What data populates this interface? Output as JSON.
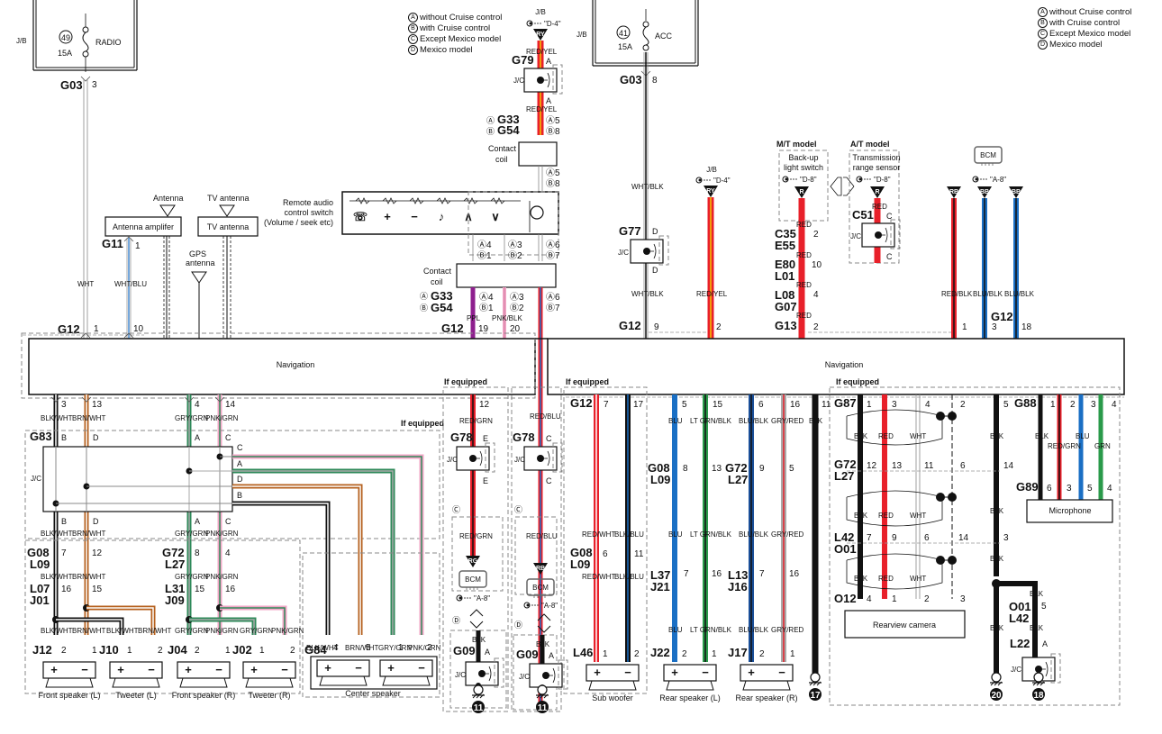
{
  "legend": [
    {
      "key": "A",
      "text": "without Cruise control"
    },
    {
      "key": "B",
      "text": "with Cruise control"
    },
    {
      "key": "C",
      "text": "Except Mexico model"
    },
    {
      "key": "D",
      "text": "Mexico model"
    }
  ],
  "fuses": [
    {
      "box": "J/B",
      "number": "49",
      "rating": "15A",
      "name": "RADIO",
      "connector": "G03",
      "pin": "3"
    },
    {
      "box": "J/B",
      "number": "41",
      "rating": "15A",
      "name": "ACC",
      "connector": "G03",
      "pin": "8"
    }
  ],
  "modules": {
    "navigation": "Navigation",
    "antenna": "Antenna",
    "antenna_amp": "Antenna amplifer",
    "tv_antenna_label": "TV antenna",
    "tv_antenna_box": "TV antenna",
    "gps_antenna": "GPS antenna",
    "remote_switch": "Remote audio control switch (Volume / seek etc)",
    "contact_coil": "Contact coil",
    "bcm": "BCM",
    "microphone": "Microphone",
    "rearview_camera": "Rearview camera",
    "mt_model": "M/T model",
    "at_model": "A/T model",
    "backup_switch": "Back-up light switch",
    "trans_sensor": "Transmission range sensor",
    "jc": "J/C",
    "jb": "J/B",
    "if_equipped": "If equipped"
  },
  "speakers": [
    {
      "name": "Front speaker (L)",
      "connector": "J12",
      "pins": [
        "2",
        "1"
      ]
    },
    {
      "name": "Tweeter (L)",
      "connector": "J10",
      "pins": [
        "1",
        "2"
      ]
    },
    {
      "name": "Front speaker (R)",
      "connector": "J04",
      "pins": [
        "2",
        "1"
      ]
    },
    {
      "name": "Tweeter (R)",
      "connector": "J02",
      "pins": [
        "1",
        "2"
      ]
    },
    {
      "name": "Center speaker",
      "connector": "G84",
      "pins": [
        "4",
        "5",
        "1",
        "2"
      ]
    },
    {
      "name": "Sub woofer",
      "connector": "L46",
      "pins": [
        "1",
        "2"
      ]
    },
    {
      "name": "Rear speaker (L)",
      "connector": "J22",
      "pins": [
        "2",
        "1"
      ]
    },
    {
      "name": "Rear speaker (R)",
      "connector": "J17",
      "pins": [
        "2",
        "1"
      ]
    }
  ],
  "refs": {
    "d4": "\"D-4\"",
    "d8": "\"D-8\"",
    "a8": "\"A-8\""
  },
  "terminals": {
    "ry": "RY",
    "r": "R",
    "rb": "RB",
    "bb": "BB",
    "rg": "RG"
  },
  "grounds": [
    "11",
    "11",
    "17",
    "20",
    "18"
  ],
  "wire_colors": {
    "wht": "WHT",
    "wht_blu": "WHT/BLU",
    "red_yel": "RED/YEL",
    "wht_blk": "WHT/BLK",
    "red": "RED",
    "red_blk": "RED/BLK",
    "blu_blk": "BLU/BLK",
    "ppl": "PPL",
    "pnk_blk": "PNK/BLK",
    "blk_wht": "BLK/WHT",
    "brn_wht": "BRN/WHT",
    "gry_grn": "GRY/GRN",
    "pnk_grn": "PNK/GRN",
    "red_grn": "RED/GRN",
    "red_blu": "RED/BLU",
    "red_wht": "RED/WHT",
    "blk_blu": "BLK/BLU",
    "blu": "BLU",
    "lt_grn_blk": "LT GRN/BLK",
    "gry_red": "GRY/RED",
    "blk": "BLK",
    "grn": "GRN"
  },
  "colors": {
    "red": "#e8202a",
    "yellow": "#f5c400",
    "black": "#111111",
    "blue": "#1a6fc4",
    "green": "#2f8a5a",
    "brown": "#b5601e",
    "pink": "#f2a6c6",
    "gray": "#aaaaaa",
    "purple": "#8e1f8e",
    "white": "#ffffff",
    "ltgreen": "#2a9a4a"
  },
  "connectors": {
    "g03": "G03",
    "g12": "G12",
    "g11": "G11",
    "g79": "G79",
    "g33": "G33",
    "g54": "G54",
    "g77": "G77",
    "c35": "C35",
    "e55": "E55",
    "e80": "E80",
    "l01": "L01",
    "l08": "L08",
    "g07": "G07",
    "g13": "G13",
    "c51": "C51",
    "g83": "G83",
    "g08": "G08",
    "l09": "L09",
    "g72": "G72",
    "l27": "L27",
    "l07": "L07",
    "j01": "J01",
    "l31": "L31",
    "j09": "J09",
    "g78": "G78",
    "g09": "G09",
    "l37": "L37",
    "j21": "J21",
    "l13": "L13",
    "j16": "J16",
    "g87": "G87",
    "l42": "L42",
    "o01": "O01",
    "o12": "O12",
    "g88": "G88",
    "g89": "G89",
    "l22": "L22"
  },
  "pins": {
    "a": "A",
    "b": "B",
    "c": "C",
    "d": "D",
    "e": "E"
  }
}
